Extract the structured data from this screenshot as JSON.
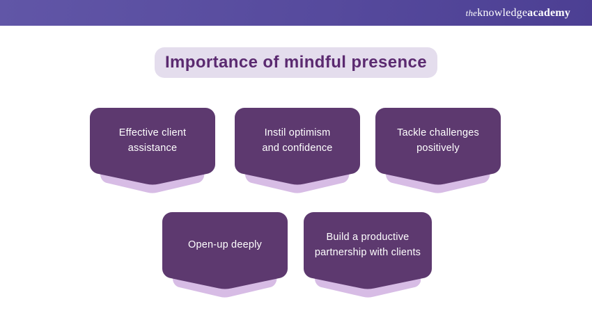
{
  "header": {
    "logo_the": "the",
    "logo_knowledge": "knowledge",
    "logo_academy": "academy"
  },
  "title": "Importance of mindful presence",
  "cards": [
    {
      "label": "Effective client\nassistance"
    },
    {
      "label": "Instil optimism\nand confidence"
    },
    {
      "label": "Tackle challenges\npositively"
    },
    {
      "label": "Open-up deeply"
    },
    {
      "label": "Build a productive\npartnership with clients"
    }
  ],
  "colors": {
    "header_gradient_start": "#6156a7",
    "header_gradient_end": "#4c3f93",
    "card_fill": "#5d396f",
    "card_shadow": "#d7bce5",
    "title_pill_bg": "#e4dded",
    "title_text": "#5b2a70",
    "card_text": "#ffffff",
    "background": "#ffffff"
  }
}
